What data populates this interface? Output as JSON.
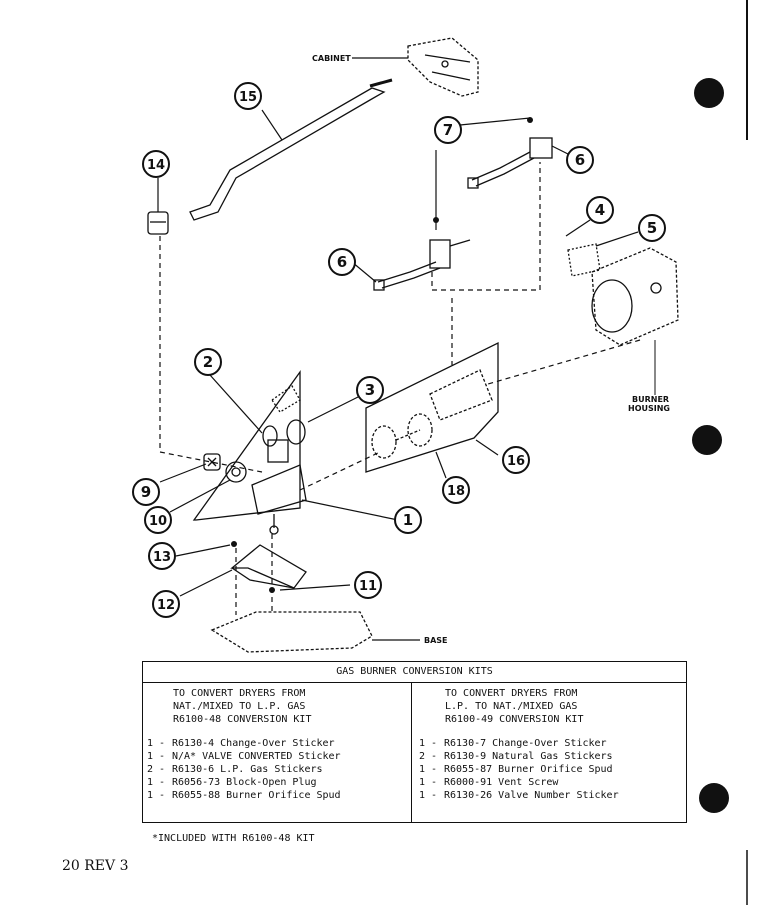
{
  "diagram": {
    "callouts": [
      "1",
      "2",
      "3",
      "4",
      "5",
      "6",
      "6",
      "7",
      "9",
      "10",
      "11",
      "12",
      "13",
      "14",
      "15",
      "16",
      "18"
    ],
    "captions": {
      "cabinet": "CABINET",
      "base": "BASE",
      "burner_housing_1": "BURNER",
      "burner_housing_2": "HOUSING"
    }
  },
  "kits_table": {
    "title": "GAS BURNER CONVERSION KITS",
    "left": {
      "heading": [
        "TO CONVERT DRYERS FROM",
        "NAT./MIXED TO L.P. GAS",
        "R6100-48 CONVERSION KIT"
      ],
      "items": [
        {
          "qty": "1 -",
          "desc": "R6130-4 Change-Over Sticker"
        },
        {
          "qty": "1 -",
          "desc": "N/A* VALVE CONVERTED Sticker"
        },
        {
          "qty": "2 -",
          "desc": "R6130-6 L.P. Gas Stickers"
        },
        {
          "qty": "1 -",
          "desc": "R6056-73 Block-Open Plug"
        },
        {
          "qty": "1 -",
          "desc": "R6055-88 Burner Orifice Spud"
        }
      ]
    },
    "right": {
      "heading": [
        "TO CONVERT DRYERS FROM",
        "L.P. TO NAT./MIXED GAS",
        "R6100-49 CONVERSION KIT"
      ],
      "items": [
        {
          "qty": "1 -",
          "desc": "R6130-7 Change-Over Sticker"
        },
        {
          "qty": "2 -",
          "desc": "R6130-9 Natural Gas Stickers"
        },
        {
          "qty": "1 -",
          "desc": "R6055-87 Burner Orifice Spud"
        },
        {
          "qty": "1 -",
          "desc": "R6000-91 Vent Screw"
        },
        {
          "qty": "1 -",
          "desc": "R6130-26 Valve Number Sticker"
        }
      ]
    },
    "footnote": "*INCLUDED WITH R6100-48 KIT"
  },
  "page_number": "20 REV 3"
}
